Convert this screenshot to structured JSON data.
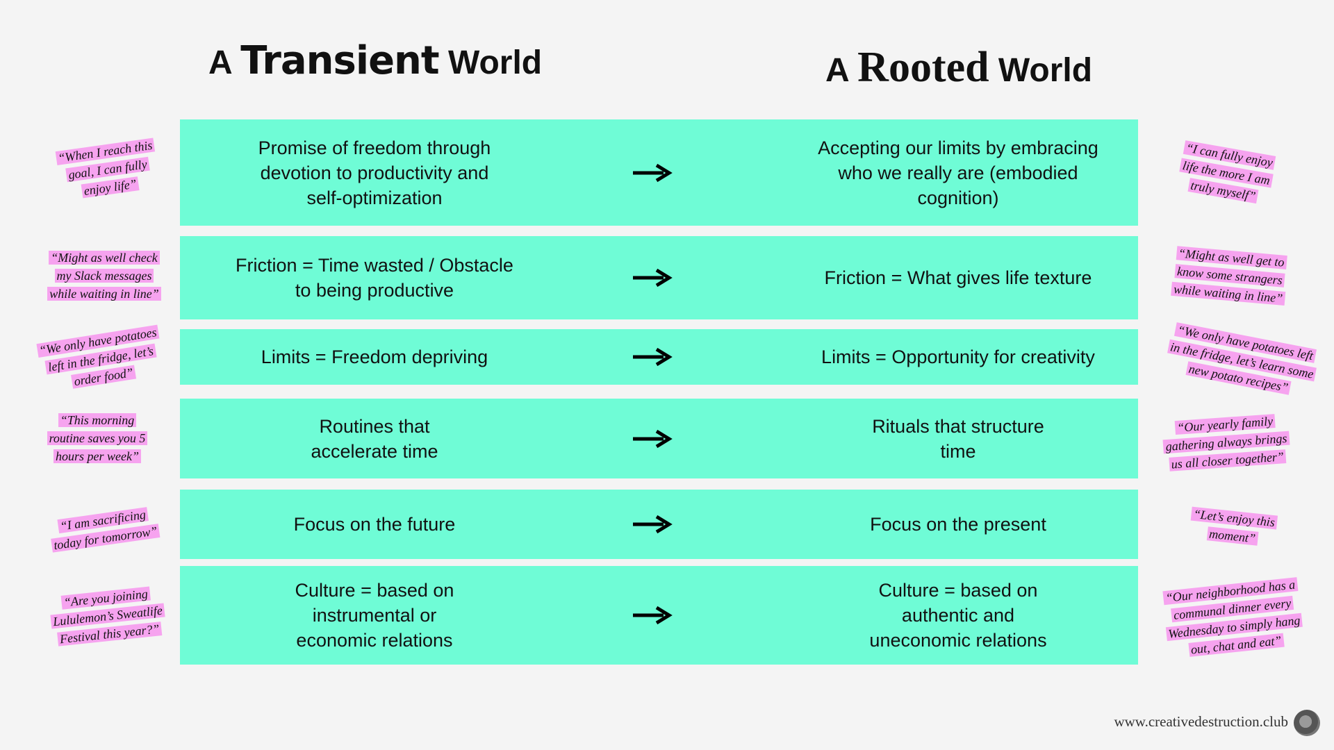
{
  "headings": {
    "left": {
      "prefix": "A ",
      "accent": "Transient",
      "suffix": " World"
    },
    "right": {
      "prefix": "A ",
      "accent": "Rooted",
      "suffix": " World"
    }
  },
  "rows": [
    {
      "left": "Promise of freedom through\ndevotion to productivity and\nself-optimization",
      "right": "Accepting our limits by embracing\nwho we really are (embodied\ncognition)"
    },
    {
      "left": "Friction = Time wasted / Obstacle\nto being productive",
      "right": "Friction = What gives life texture"
    },
    {
      "left": "Limits = Freedom depriving",
      "right": "Limits = Opportunity for creativity"
    },
    {
      "left": "Routines that\naccelerate time",
      "right": "Rituals that structure\ntime"
    },
    {
      "left": "Focus on the future",
      "right": "Focus on the present"
    },
    {
      "left": "Culture = based on\ninstrumental or\neconomic relations",
      "right": "Culture = based on\nauthentic and\nuneconomic relations"
    }
  ],
  "quotes_left": [
    "“When I reach this\ngoal, I can fully\nenjoy life”",
    "“Might as well check\nmy Slack messages\nwhile waiting in line”",
    "“We only have potatoes\nleft in the fridge, let’s\norder food”",
    "“This morning\nroutine saves you 5\nhours per week”",
    "“I am sacrificing\ntoday for tomorrow”",
    "“Are you joining\nLululemon’s Sweatlife\nFestival this year?”"
  ],
  "quotes_right": [
    "“I can fully enjoy\nlife the more I am\ntruly myself”",
    "“Might as well get to\nknow some strangers\nwhile waiting in line”",
    "“We only have potatoes left\nin the fridge, let’s learn some\nnew potato recipes”",
    "“Our yearly family\ngathering always brings\nus all closer together”",
    "“Let’s enjoy this\nmoment”",
    "“Our neighborhood has a\ncommunal dinner every\nWednesday to simply hang\nout, chat and eat”"
  ],
  "footer": {
    "url": "www.creativedestruction.club"
  },
  "icons": {
    "arrow": "arrow-right-icon"
  },
  "colors": {
    "row_bg": "#6ffcd6",
    "quote_highlight": "#f6a3ef",
    "background": "#f4f4f4"
  }
}
